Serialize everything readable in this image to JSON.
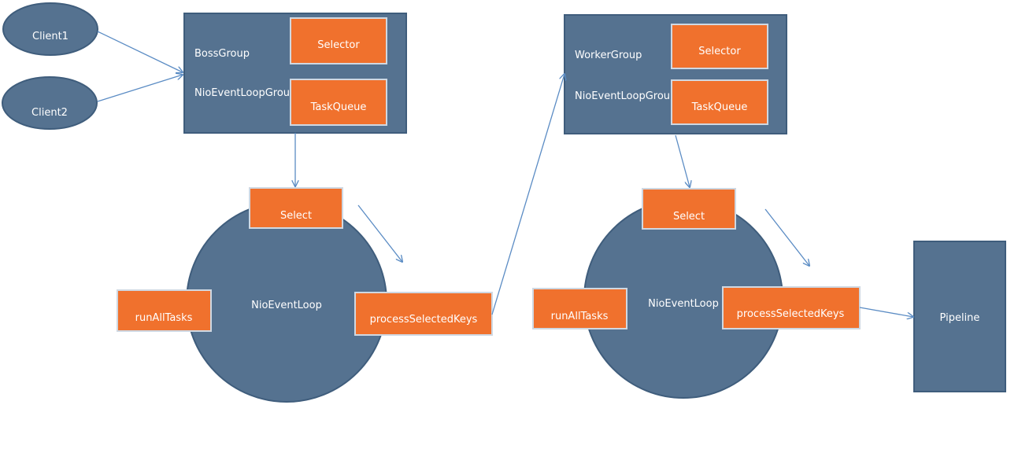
{
  "clients": {
    "client1": "Client1",
    "client2": "Client2"
  },
  "boss_group": {
    "name": "BossGroup",
    "type": "NioEventLoopGroup",
    "selector": "Selector",
    "task_queue": "TaskQueue"
  },
  "worker_group": {
    "name": "WorkerGroup",
    "type": "NioEventLoopGroup",
    "selector": "Selector",
    "task_queue": "TaskQueue"
  },
  "boss_loop": {
    "name": "NioEventLoop",
    "select": "Select",
    "run_all_tasks": "runAllTasks",
    "process_selected_keys": "processSelectedKeys"
  },
  "worker_loop": {
    "name": "NioEventLoop",
    "select": "Select",
    "run_all_tasks": "runAllTasks",
    "process_selected_keys": "processSelectedKeys"
  },
  "pipeline": {
    "label": "Pipeline"
  },
  "colors": {
    "node_blue": "#557290",
    "node_orange": "#f0712d",
    "arrow": "#5b8cc4"
  }
}
